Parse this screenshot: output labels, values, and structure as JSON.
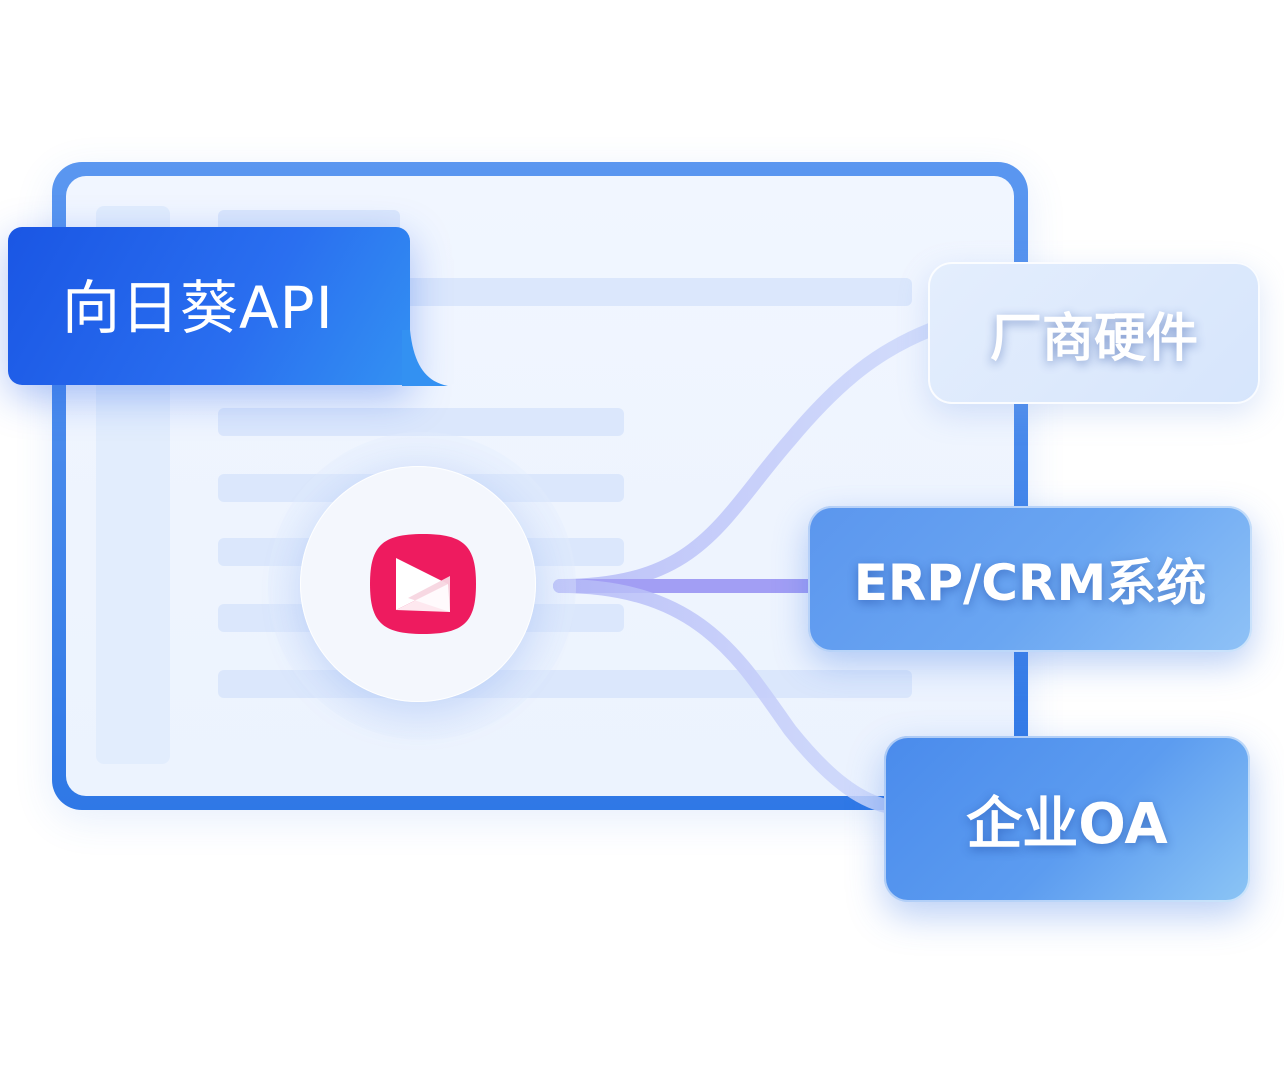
{
  "api_label": "向日葵API",
  "hub": {
    "icon": "sunlogin-logo-icon",
    "color": "#ee1b5f"
  },
  "targets": [
    {
      "label": "厂商硬件"
    },
    {
      "label": "ERP/CRM系统"
    },
    {
      "label": "企业OA"
    }
  ],
  "colors": {
    "brand_blue": "#2a6ff0",
    "frame_blue": "#3f83ec",
    "connector": "#a9a6f5"
  }
}
